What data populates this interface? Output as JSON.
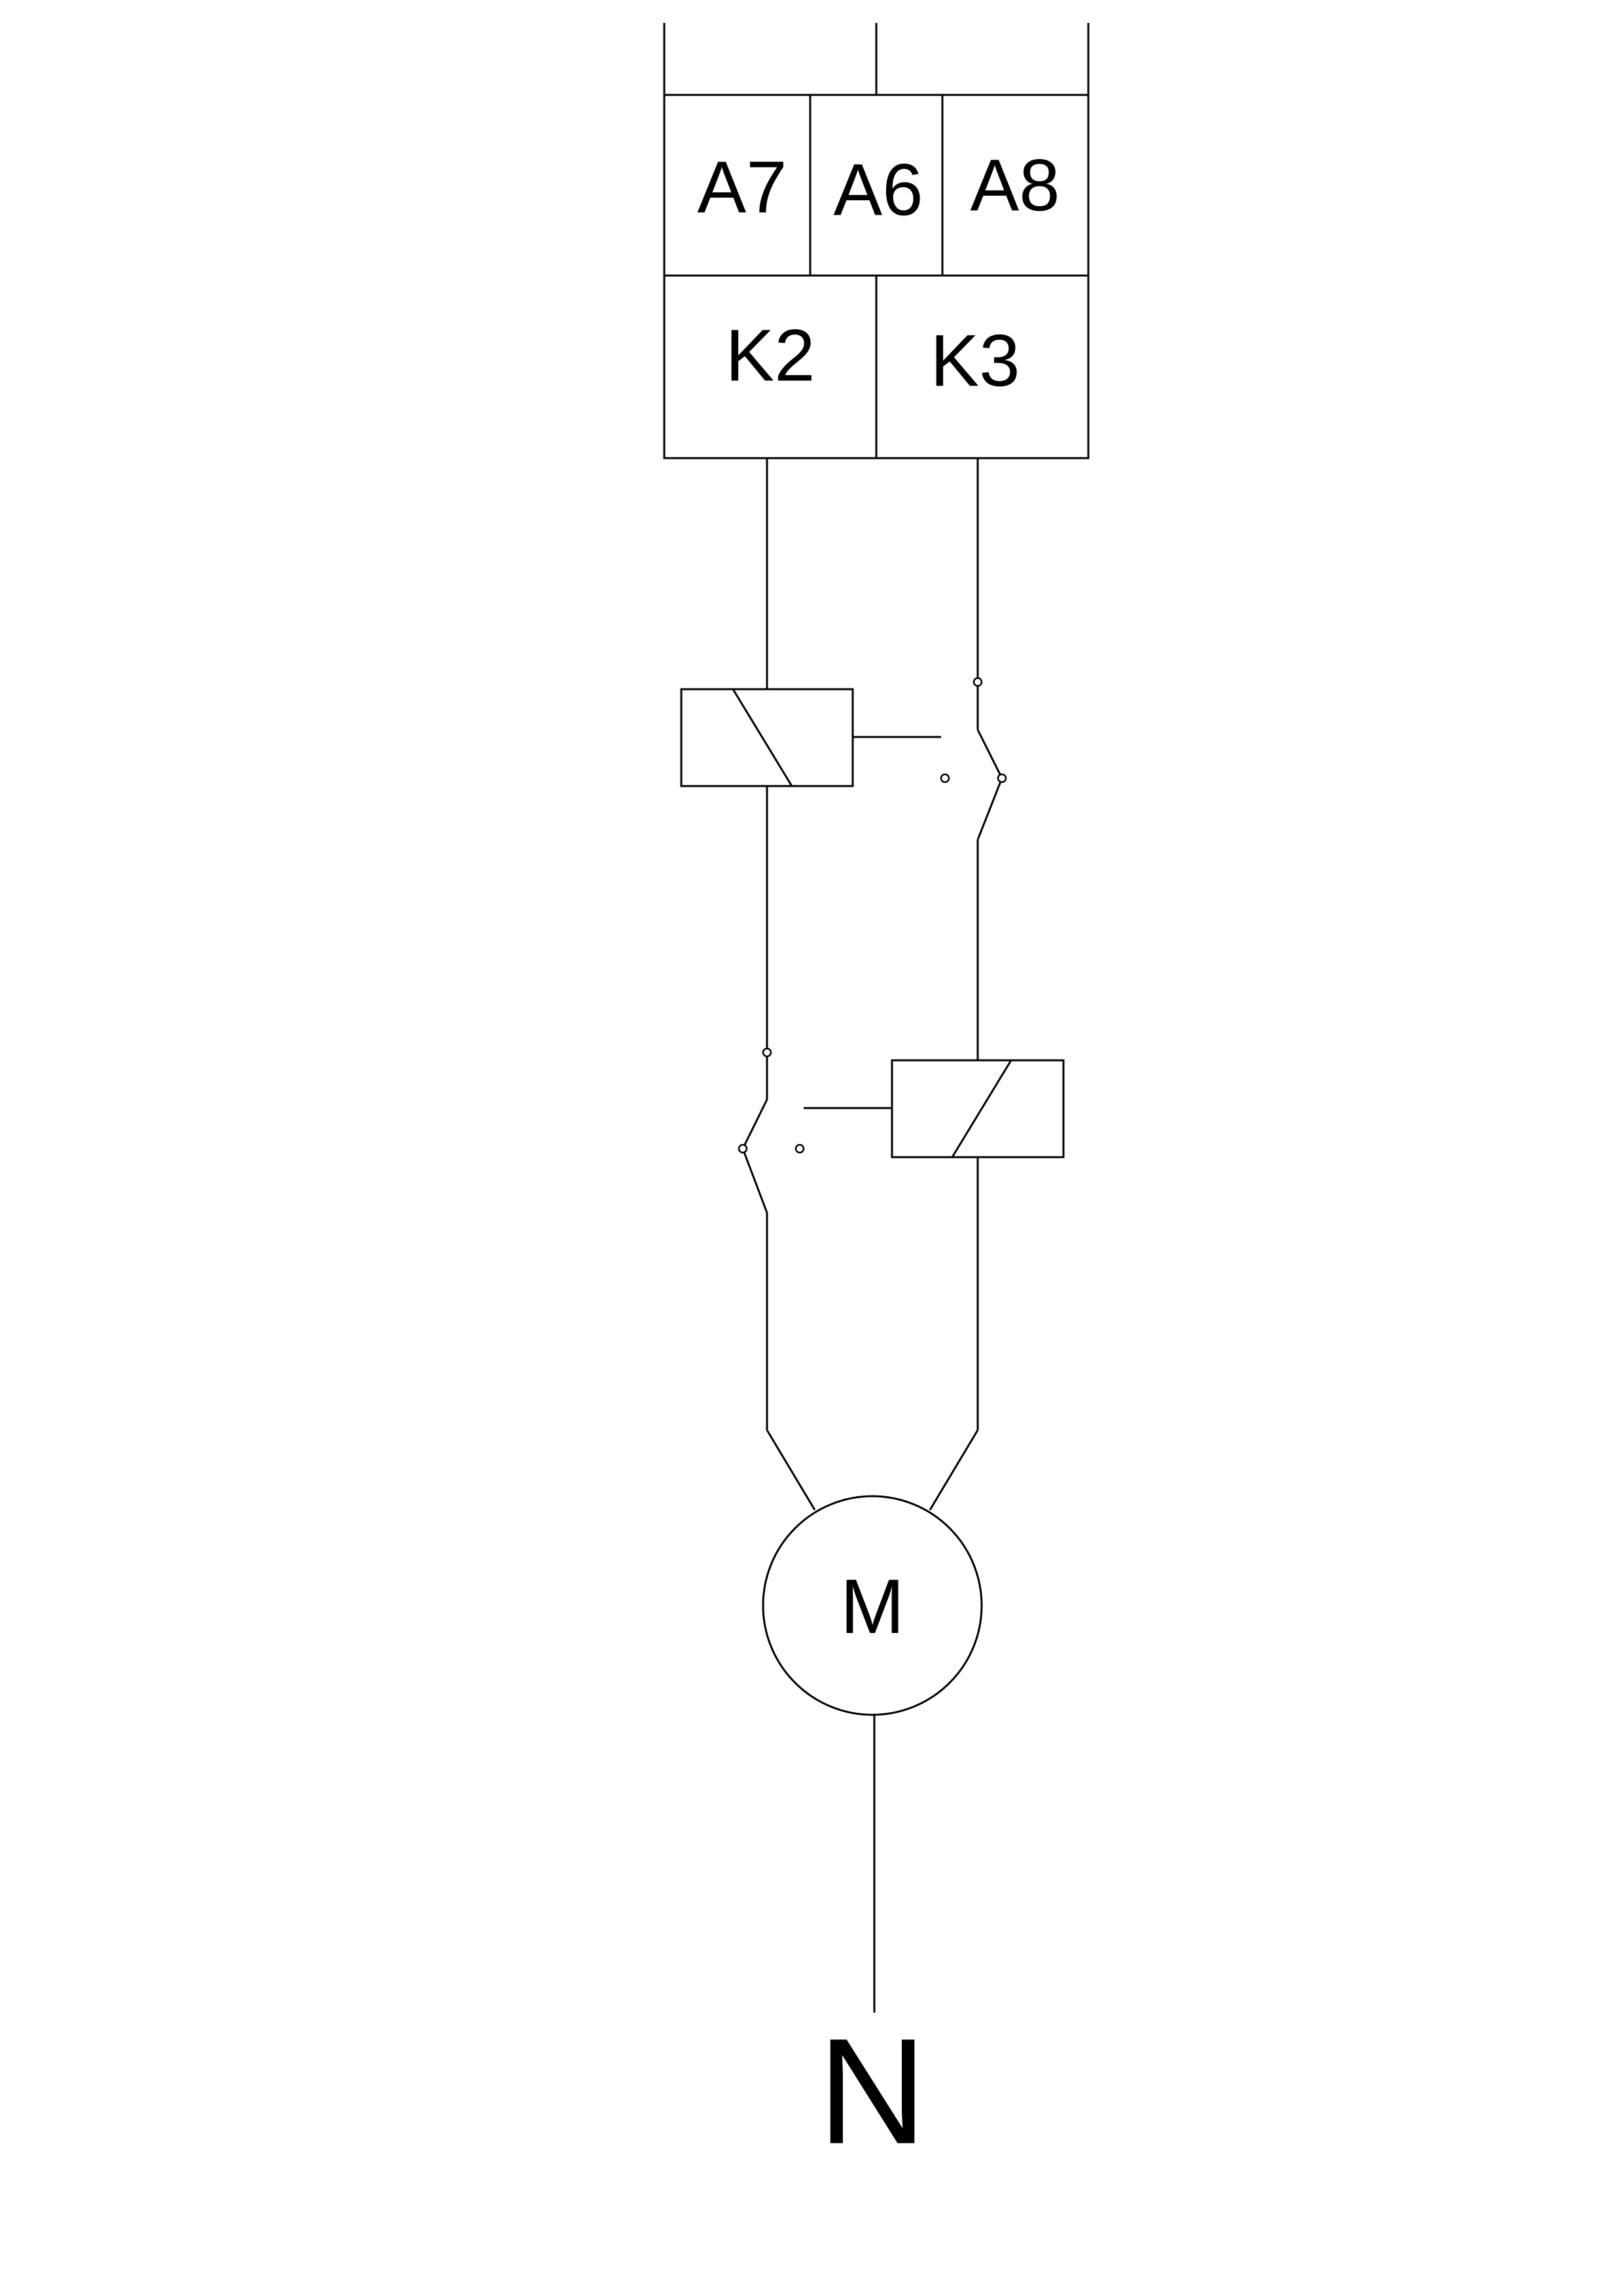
{
  "terminal_block": {
    "top_row": [
      "A7",
      "A6",
      "A8"
    ],
    "bottom_row": [
      "K2",
      "K3"
    ]
  },
  "motor": {
    "label": "M"
  },
  "neutral": {
    "label": "N"
  }
}
